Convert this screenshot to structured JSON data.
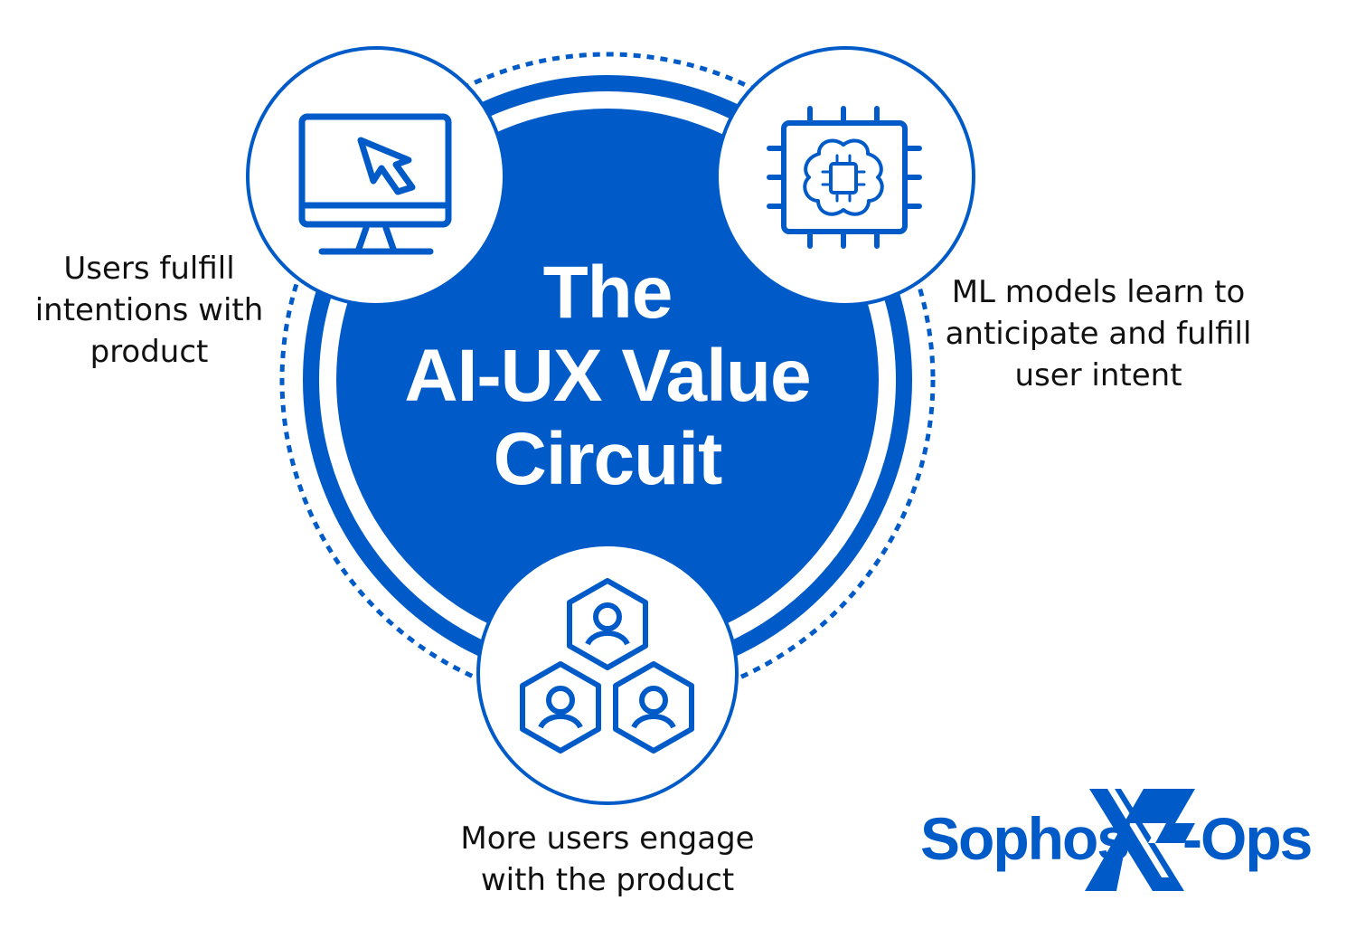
{
  "title": "The\nAI-UX Value\nCircuit",
  "nodes": [
    {
      "icon": "monitor-cursor-icon",
      "caption": "Users fulfill\nintentions with\nproduct"
    },
    {
      "icon": "ai-brain-chip-icon",
      "caption": "ML models learn to\nanticipate and fulfill\nuser intent"
    },
    {
      "icon": "user-group-hexagons-icon",
      "caption": "More users engage\nwith the product"
    }
  ],
  "logo": {
    "brand": "Sophos",
    "product": "-Ops",
    "mark": "X"
  },
  "colors": {
    "accent": "#005BC8",
    "text": "#111111",
    "background": "#ffffff"
  }
}
